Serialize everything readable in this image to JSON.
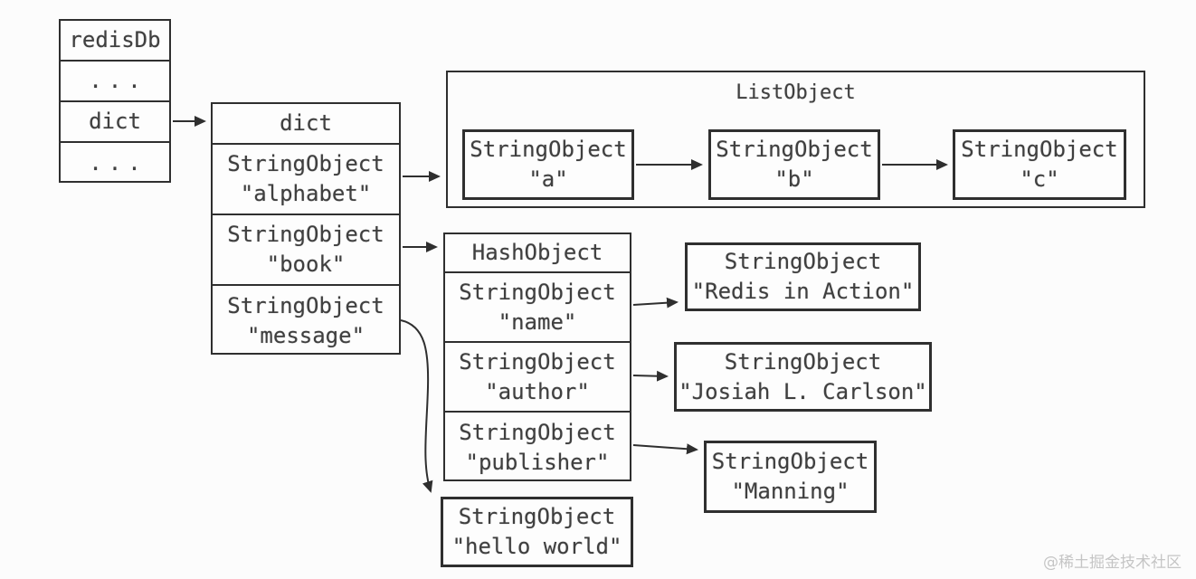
{
  "colors": {
    "background": "#fcfcfc",
    "line": "#2f2f2f",
    "text": "#3f3f3f",
    "watermark": "#c5c5c5"
  },
  "watermark": "@稀土掘金技术社区",
  "redis_db": {
    "rows": [
      "redisDb",
      "...",
      "dict",
      "..."
    ]
  },
  "dict_table": {
    "header": "dict",
    "cells": [
      {
        "type": "StringObject",
        "value": "\"alphabet\""
      },
      {
        "type": "StringObject",
        "value": "\"book\""
      },
      {
        "type": "StringObject",
        "value": "\"message\""
      }
    ]
  },
  "list_object": {
    "title": "ListObject",
    "items": [
      {
        "type": "StringObject",
        "value": "\"a\""
      },
      {
        "type": "StringObject",
        "value": "\"b\""
      },
      {
        "type": "StringObject",
        "value": "\"c\""
      }
    ]
  },
  "hash_object": {
    "header": "HashObject",
    "fields": [
      {
        "type": "StringObject",
        "value": "\"name\""
      },
      {
        "type": "StringObject",
        "value": "\"author\""
      },
      {
        "type": "StringObject",
        "value": "\"publisher\""
      }
    ]
  },
  "values": {
    "name": {
      "type": "StringObject",
      "value": "\"Redis in Action\""
    },
    "author": {
      "type": "StringObject",
      "value": "\"Josiah L. Carlson\""
    },
    "publisher": {
      "type": "StringObject",
      "value": "\"Manning\""
    },
    "message": {
      "type": "StringObject",
      "value": "\"hello world\""
    }
  }
}
